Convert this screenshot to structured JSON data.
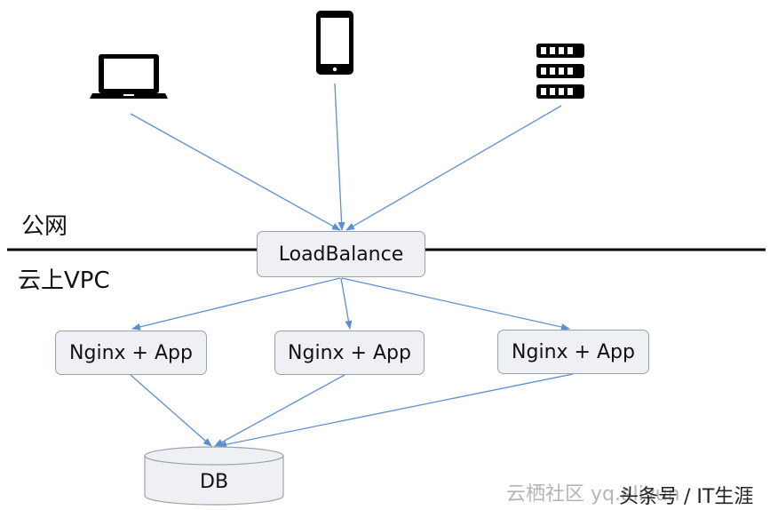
{
  "zones": {
    "public": "公网",
    "vpc": "云上VPC"
  },
  "nodes": {
    "loadbalancer": "LoadBalance",
    "app1": "Nginx + App",
    "app2": "Nginx + App",
    "app3": "Nginx + App",
    "db": "DB"
  },
  "clients": {
    "laptop": "laptop-icon",
    "phone": "smartphone-icon",
    "server": "server-icon"
  },
  "watermark": {
    "faded": "云栖社区 yq.aliyun",
    "strong": "头条号 / IT生涯"
  },
  "colors": {
    "arrow": "#5b8fd0",
    "box_fill": "#eef0f4",
    "box_border": "#9aa3ad",
    "divider": "#000000"
  }
}
